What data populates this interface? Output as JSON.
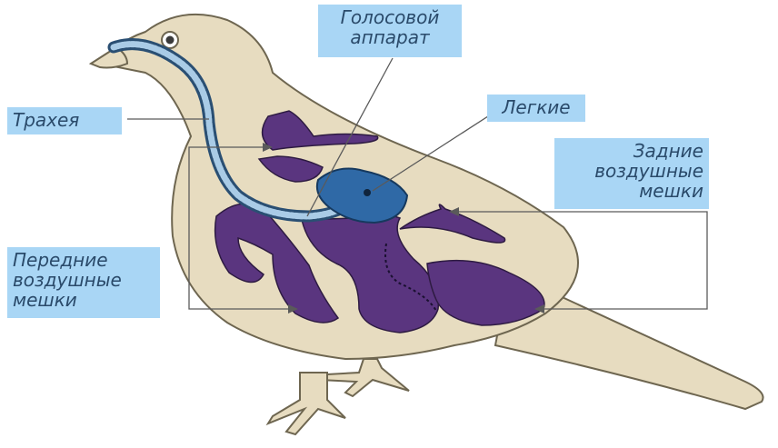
{
  "labels": {
    "trachea": "Трахея",
    "vocal": "Голосовой\nаппарат",
    "lungs": "Легкие",
    "posterior_sacs": "Задние\nвоздушные\nмешки",
    "anterior_sacs": "Передние\nвоздушные\nмешки"
  },
  "colors": {
    "body": "#e7dcc0",
    "outline": "#6e6650",
    "air_sacs": "#5a357f",
    "lungs": "#2f69a6",
    "trachea": "#8ab4d6",
    "label_bg": "#a9d6f5",
    "label_text": "#2a4a6a",
    "leader": "#5a5a5a"
  }
}
